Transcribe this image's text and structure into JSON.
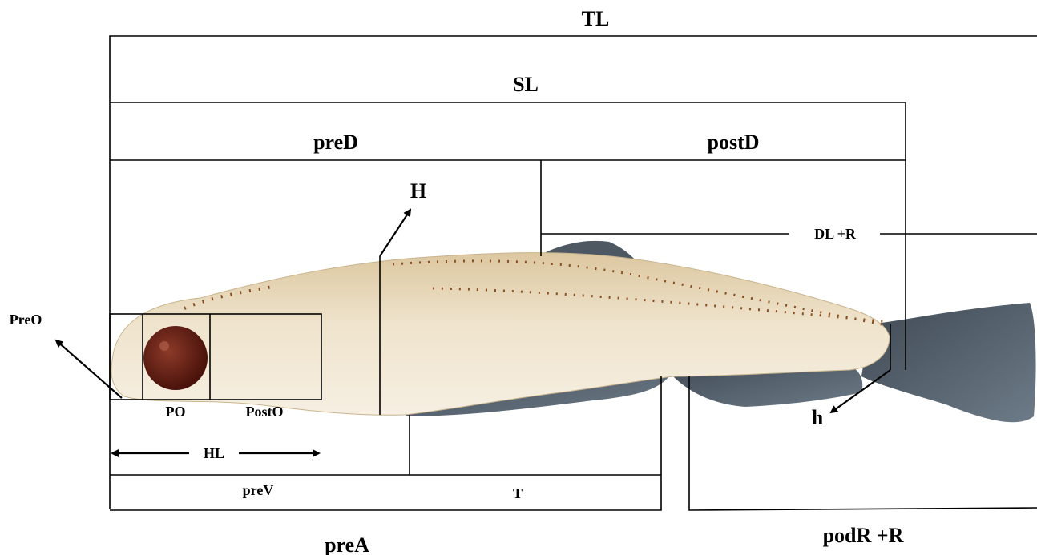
{
  "labels": {
    "TL": "TL",
    "SL": "SL",
    "preD": "preD",
    "postD": "postD",
    "H": "H",
    "DL_R": "DL +R",
    "PreO": "PreO",
    "PO": "PO",
    "PostO": "PostO",
    "HL": "HL",
    "h": "h",
    "preV": "preV",
    "T": "T",
    "preA": "preA",
    "podR_R": "podR +R"
  },
  "colors": {
    "fish_body": "#e9dcc2",
    "fish_fin": "#4f5b66",
    "eye": "#6b1f14",
    "melanophore": "#8a4e22"
  }
}
